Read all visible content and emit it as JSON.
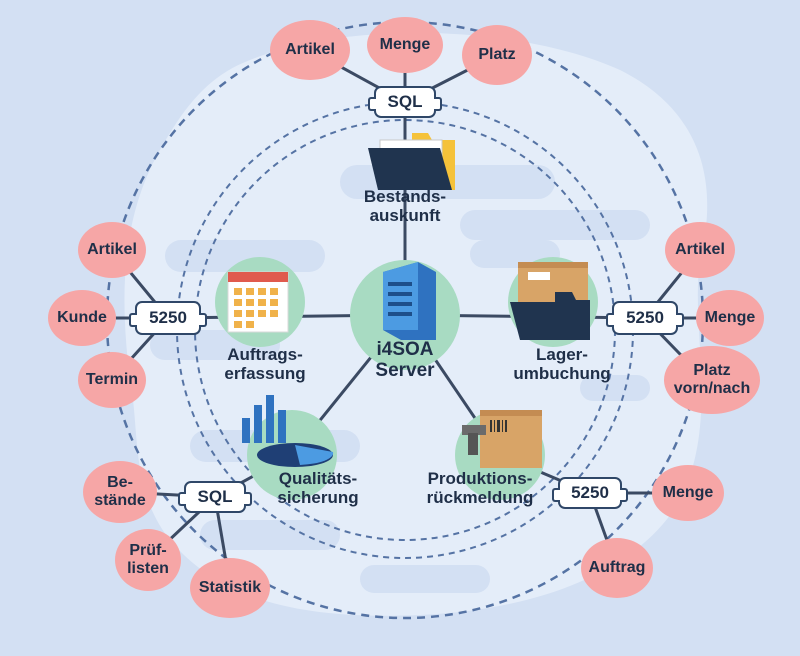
{
  "colors": {
    "background": "#d3e0f3",
    "blob": "#e4edf9",
    "node": "#a8dbc2",
    "pill": "#f6a6a6",
    "line": "#3b4a63",
    "dash": "#5573a4"
  },
  "center": {
    "line1": "i4SOA",
    "line2": "Server"
  },
  "modules": {
    "bestand": {
      "line1": "Bestands-",
      "line2": "auskunft"
    },
    "auftrag": {
      "line1": "Auftrags-",
      "line2": "erfassung"
    },
    "lager": {
      "line1": "Lager-",
      "line2": "umbuchung"
    },
    "qualitaet": {
      "line1": "Qualitäts-",
      "line2": "sicherung"
    },
    "produktion": {
      "line1": "Produktions-",
      "line2": "rückmeldung"
    }
  },
  "connectors": {
    "top": "SQL",
    "left": "5250",
    "right": "5250",
    "bottom_left": "SQL",
    "bottom_right": "5250"
  },
  "fields": {
    "top": [
      "Artikel",
      "Menge",
      "Platz"
    ],
    "left": [
      "Artikel",
      "Kunde",
      "Termin"
    ],
    "right": [
      "Artikel",
      "Menge",
      "Platz vorn/nach"
    ],
    "bottom_left": [
      "Be-stände",
      "Prüf-listen",
      "Statistik"
    ],
    "bottom_right": [
      "Menge",
      "Auftrag"
    ]
  },
  "icons": {
    "server": "server-tower-icon",
    "bestand": "folder-icon",
    "auftrag": "calendar-icon",
    "lager": "box-folder-icon",
    "qualitaet": "chart-icon",
    "produktion": "barcode-scanner-icon"
  }
}
